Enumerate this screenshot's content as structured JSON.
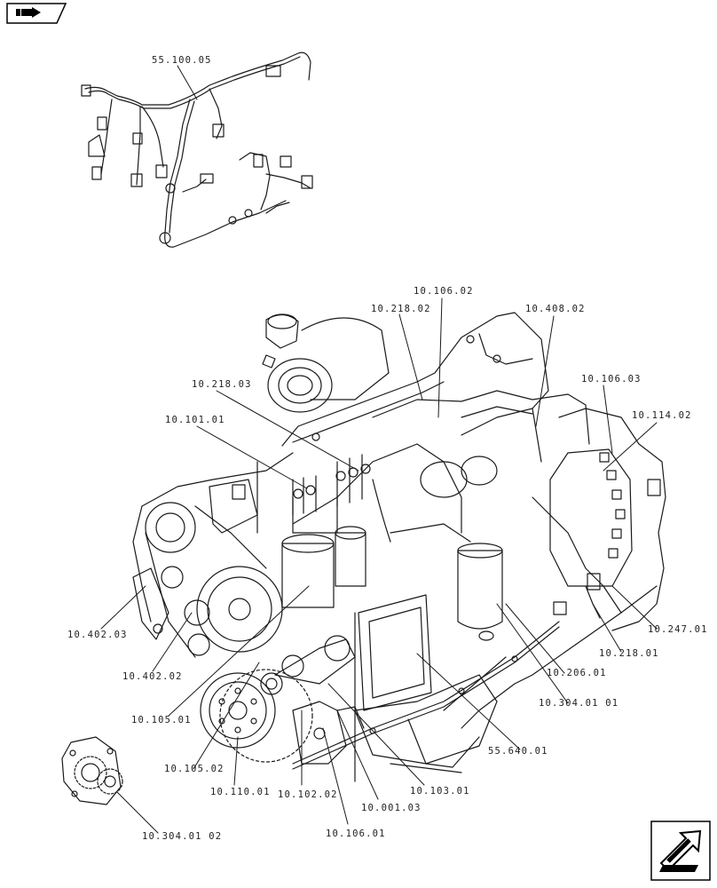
{
  "callouts": {
    "c_55_100_05": "55.100.05",
    "c_10_106_02": "10.106.02",
    "c_10_218_02": "10.218.02",
    "c_10_408_02": "10.408.02",
    "c_10_218_03": "10.218.03",
    "c_10_106_03": "10.106.03",
    "c_10_101_01": "10.101.01",
    "c_10_114_02": "10.114.02",
    "c_10_402_03": "10.402.03",
    "c_10_247_01": "10.247.01",
    "c_10_218_01": "10.218.01",
    "c_10_402_02": "10.402.02",
    "c_10_206_01": "10.206.01",
    "c_10_304_01_01": "10.304.01 01",
    "c_10_105_01": "10.105.01",
    "c_55_640_01": "55.640.01",
    "c_10_105_02": "10.105.02",
    "c_10_110_01": "10.110.01",
    "c_10_102_02": "10.102.02",
    "c_10_103_01": "10.103.01",
    "c_10_001_03": "10.001.03",
    "c_10_106_01": "10.106.01",
    "c_10_304_01_02": "10.304.01 02"
  },
  "icons": {
    "top_left": "hand-pointer-icon",
    "bottom_right": "arrow-next-icon"
  },
  "colors": {
    "line": "#1a1a1a",
    "background": "#ffffff"
  }
}
